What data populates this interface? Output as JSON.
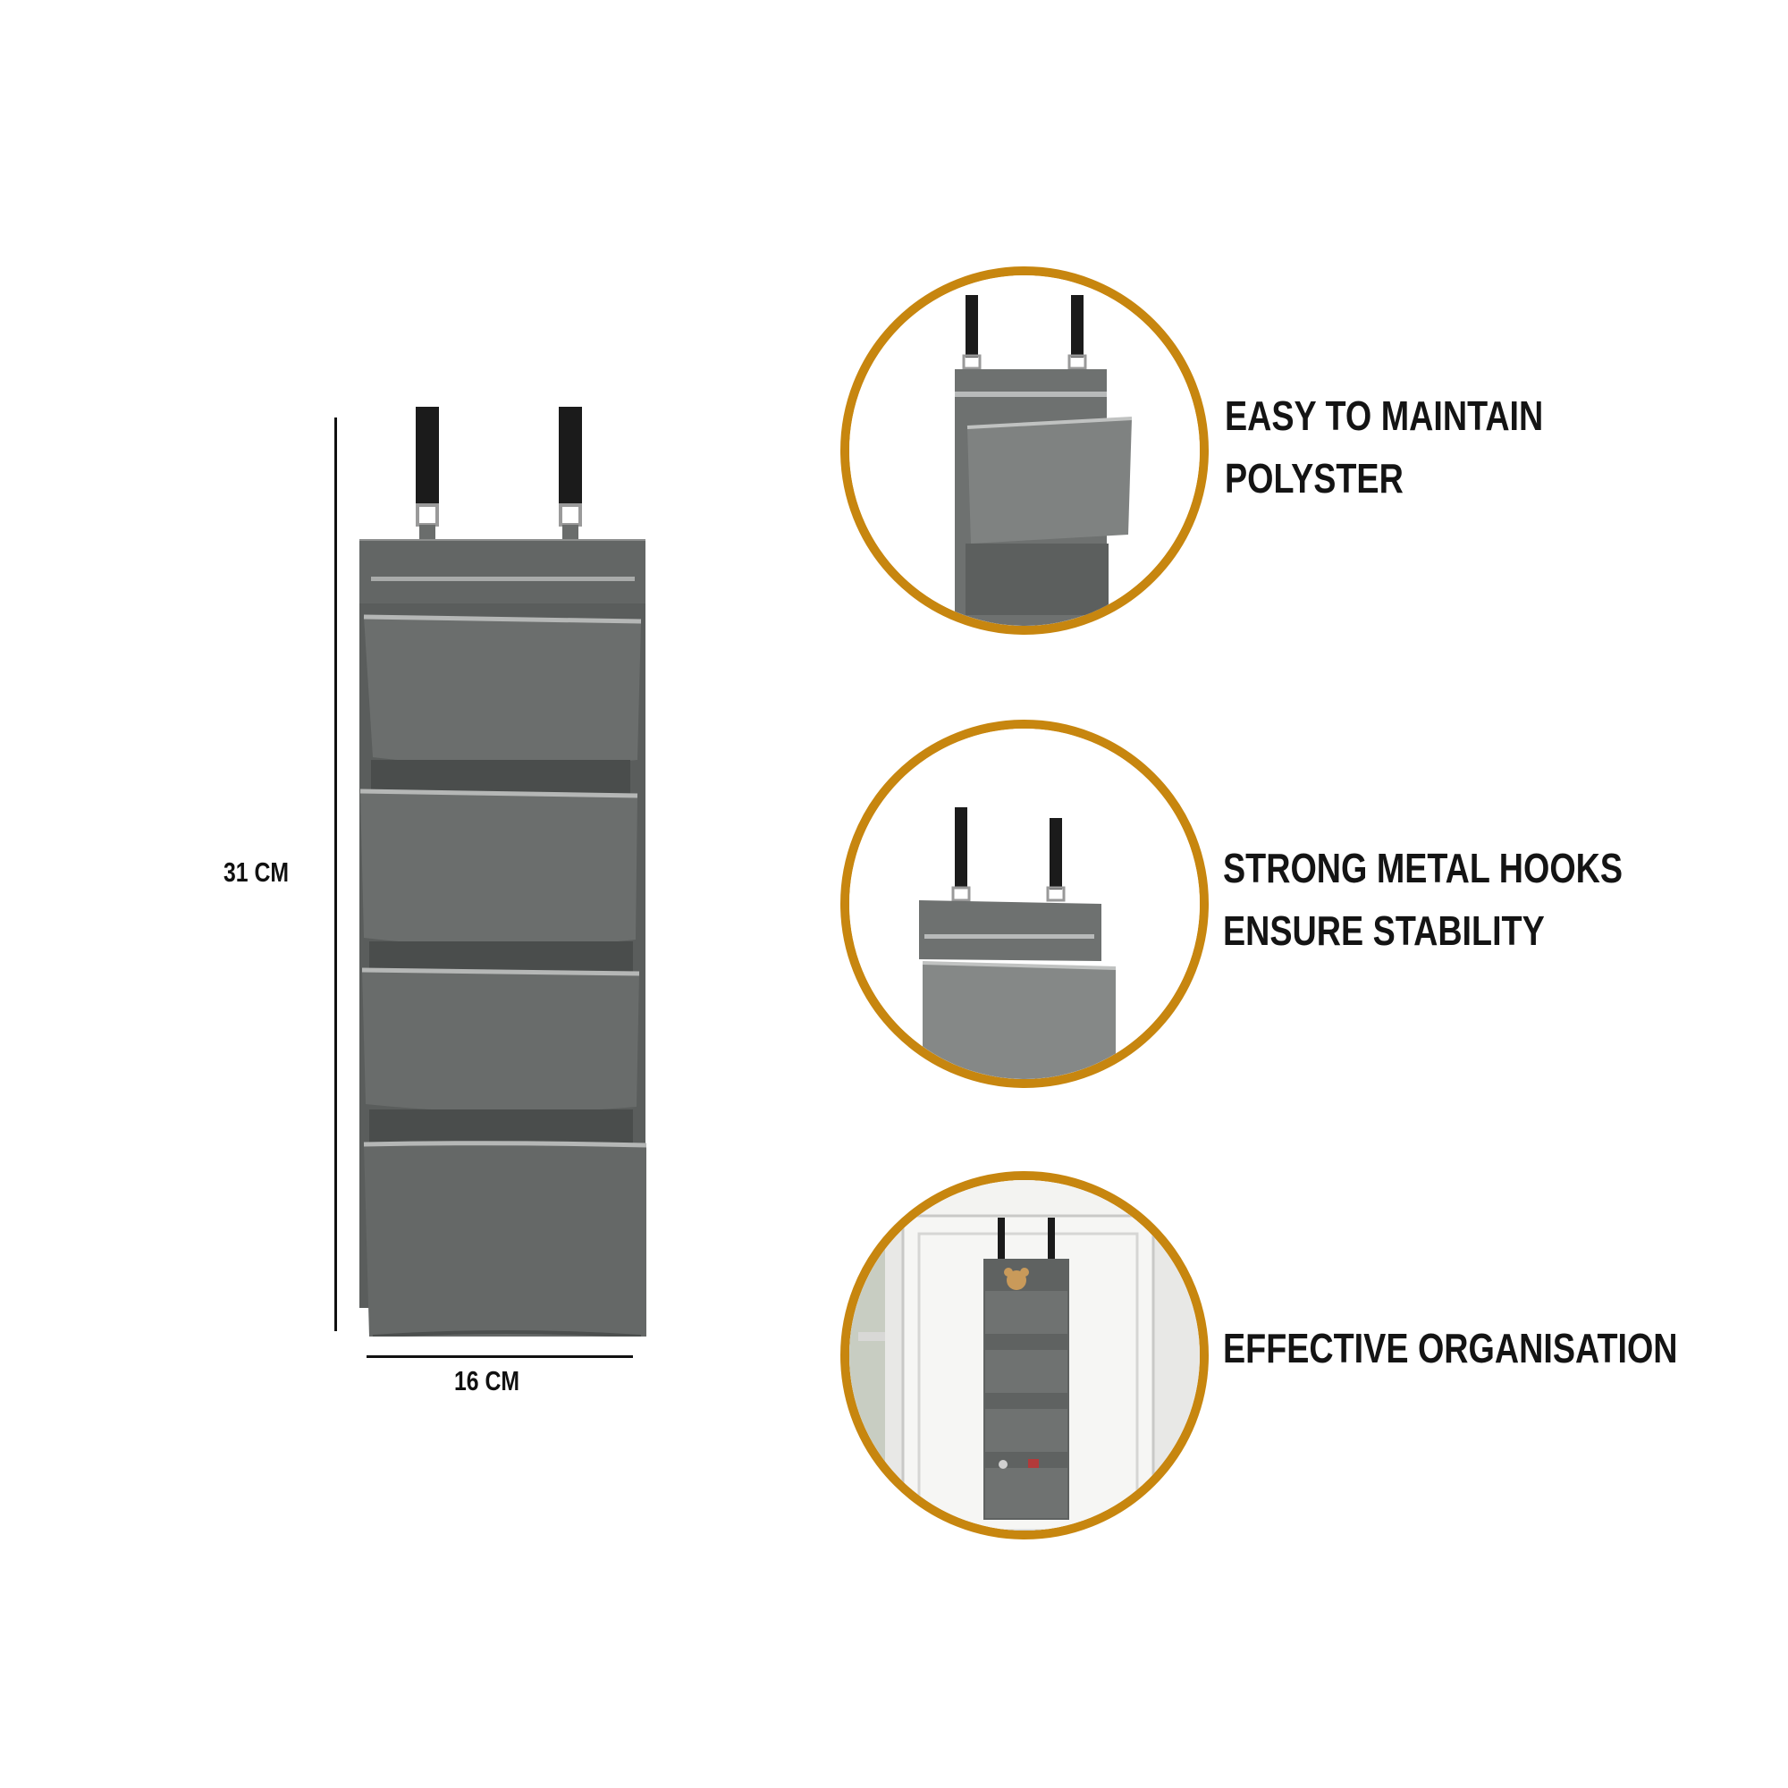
{
  "dimensions": {
    "height_label": "31 CM",
    "width_label": "16 CM"
  },
  "features": [
    {
      "lines": [
        "EASY TO MAINTAIN",
        "POLYSTER"
      ],
      "icon": "organizer-top-closeup-icon"
    },
    {
      "lines": [
        "STRONG METAL HOOKS",
        "ENSURE STABILITY"
      ],
      "icon": "metal-hooks-closeup-icon"
    },
    {
      "lines": [
        "EFFECTIVE ORGANISATION"
      ],
      "icon": "organizer-on-door-icon"
    }
  ],
  "colors": {
    "accent_ring": "#c7860f",
    "fabric": "#676a69",
    "fabric_dark": "#555857",
    "trim": "#a9abaa",
    "strap": "#1b1b1b"
  }
}
